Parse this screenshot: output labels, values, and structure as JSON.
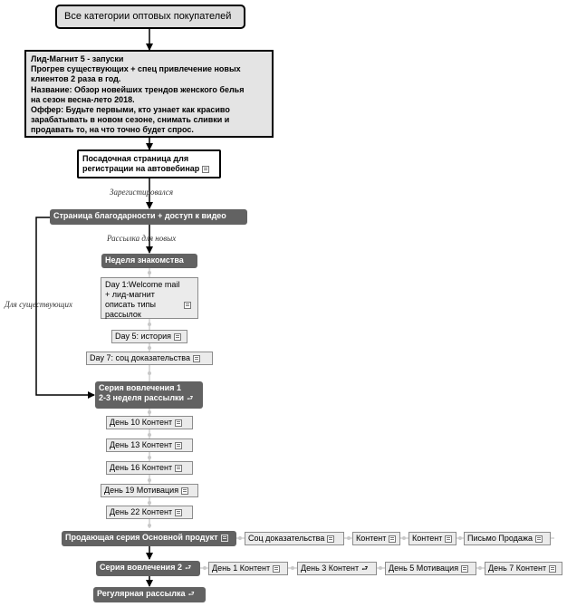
{
  "root": {
    "label": "Все категории оптовых покупателей"
  },
  "leadmagnet": {
    "lines": [
      "Лид-Магнит 5 - запуски",
      "Прогрев существующих + спец привлечение новых",
      "клиентов 2 раза в год.",
      "Название: Обзор новейших трендов женского белья",
      "на сезон весна-лето 2018.",
      "Оффер: Будьте первыми, кто узнает как красиво",
      "зарабатывать в новом сезоне, снимать сливки и",
      "продавать то, на что точно будет спрос."
    ]
  },
  "landing": {
    "lines": [
      "Посадочная страница для",
      "регистрации на автовебинар"
    ]
  },
  "thanks": {
    "label": "Страница благодарности + доступ к видео"
  },
  "week": {
    "label": "Неделя знакомства"
  },
  "day1": {
    "lines": [
      "Day 1:Welcome mail",
      "+ лид-магнит",
      "описать типы",
      "рассылок"
    ]
  },
  "day5": {
    "label": "Day 5: история"
  },
  "day7": {
    "label": "Day 7: соц доказательства"
  },
  "series1": {
    "lines": [
      "Серия вовлечения 1",
      "2-3 неделя рассылки"
    ]
  },
  "d10": {
    "label": "День 10 Контент"
  },
  "d13": {
    "label": "День 13 Контент"
  },
  "d16": {
    "label": "День 16 Контент"
  },
  "d19": {
    "label": "День 19 Мотивация"
  },
  "d22": {
    "label": "День 22 Контент"
  },
  "sales": {
    "label": "Продающая серия Основной продукт"
  },
  "soc": {
    "label": "Соц доказательства"
  },
  "content_a": {
    "label": "Контент"
  },
  "content_b": {
    "label": "Контент"
  },
  "letter": {
    "label": "Письмо Продажа"
  },
  "series2": {
    "label": "Серия вовлечения 2"
  },
  "s2d1": {
    "label": "День 1 Контент"
  },
  "s2d3": {
    "label": "День 3 Контент"
  },
  "s2d5": {
    "label": "День 5 Мотивация"
  },
  "s2d7": {
    "label": "День 7 Контент"
  },
  "regular": {
    "label": "Регулярная рассылка"
  },
  "edges": {
    "registered": "Зарегистировался",
    "for_new": "Рассылка для новых",
    "for_existing": "Для существующих"
  }
}
